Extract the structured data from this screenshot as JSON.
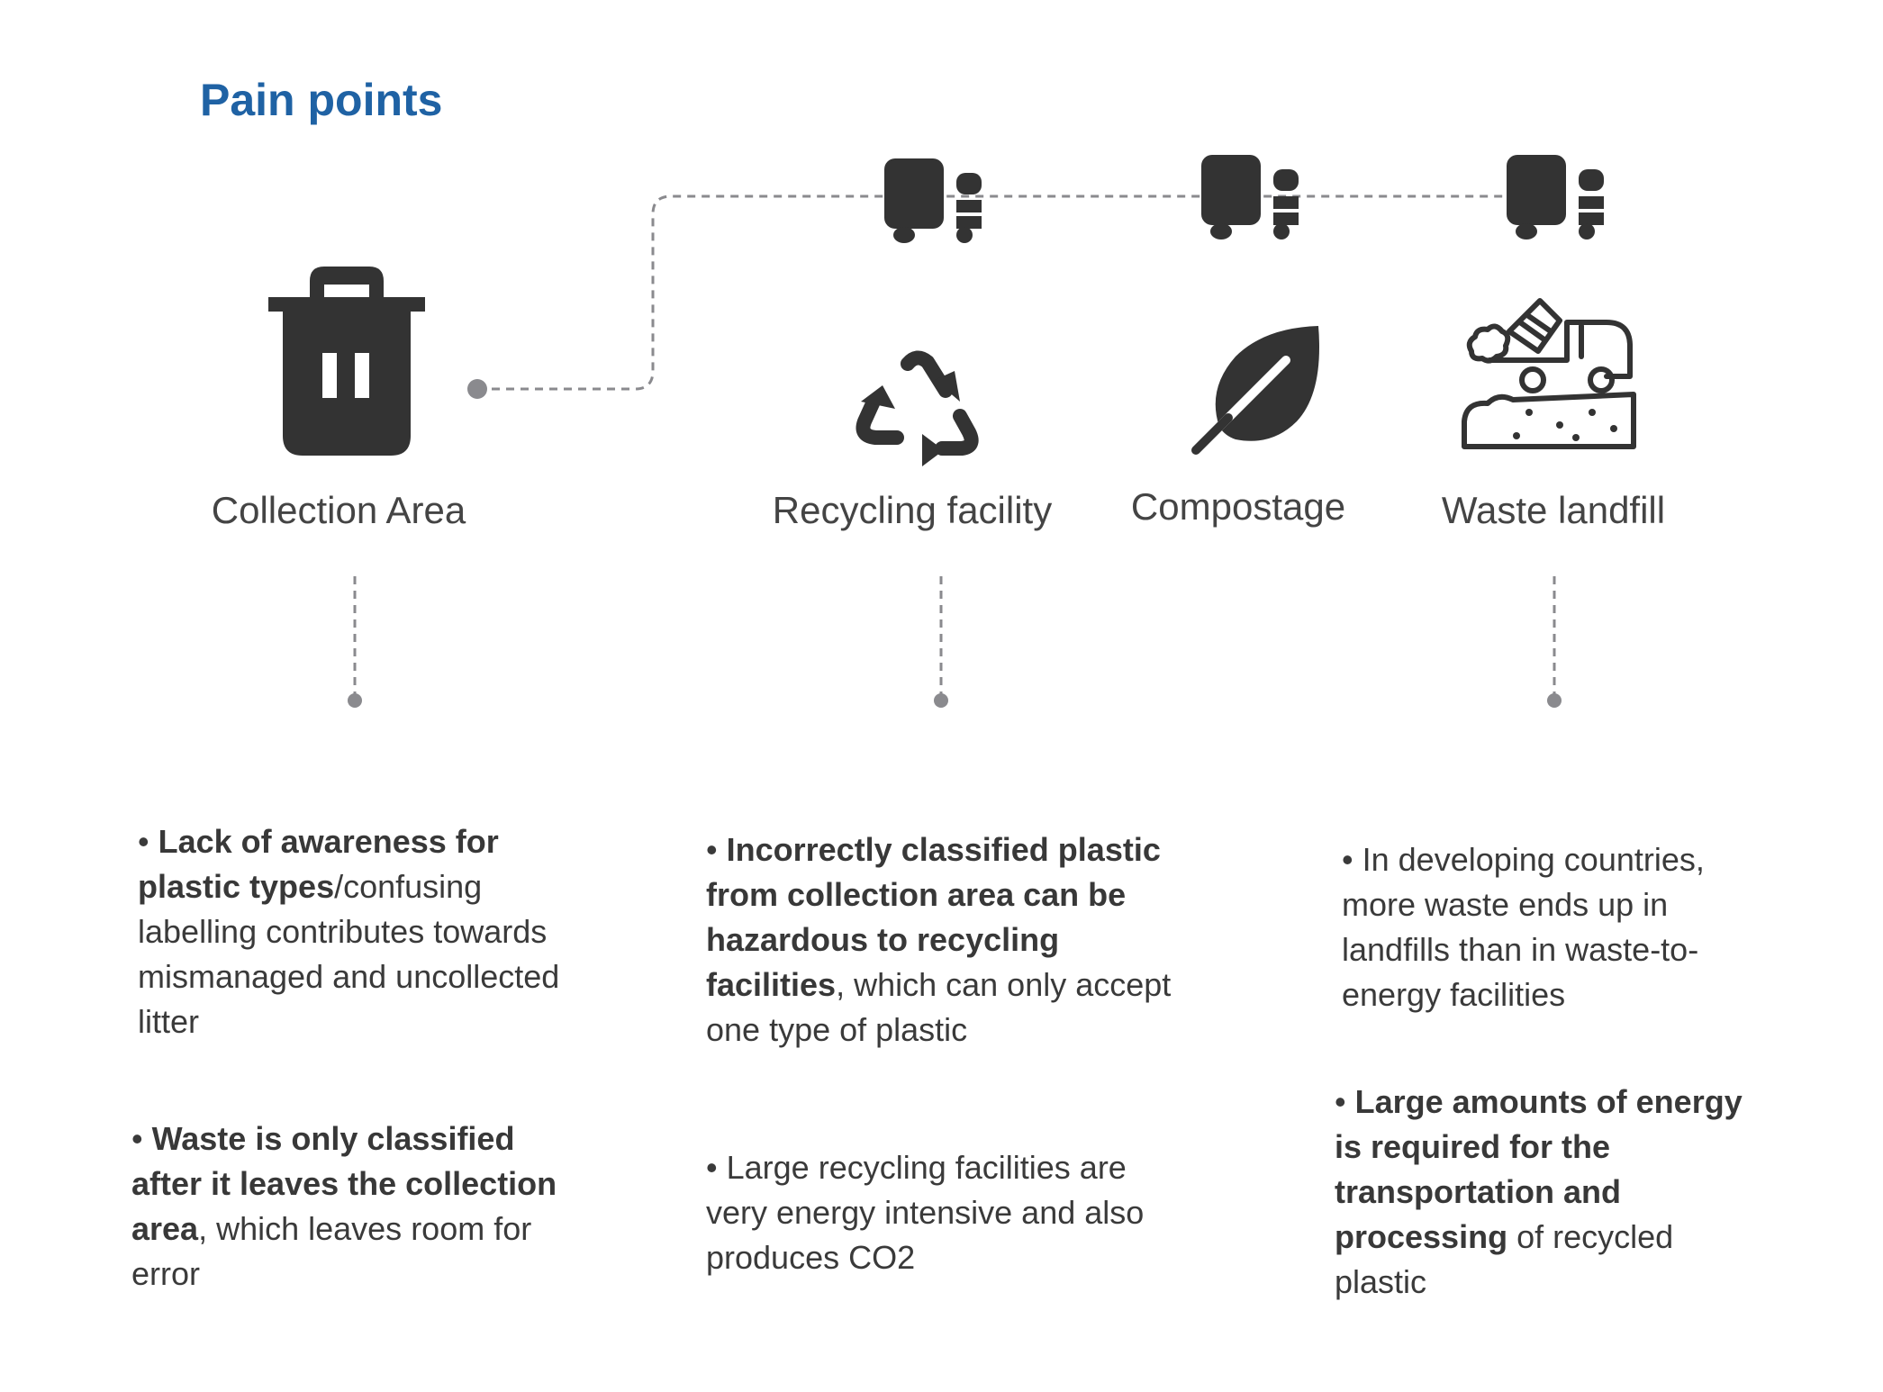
{
  "title": "Pain points",
  "stages": [
    {
      "label": "Collection Area",
      "icon": "trash-bin-icon"
    },
    {
      "label": "Recycling facility",
      "icon": "recycle-icon"
    },
    {
      "label": "Compostage",
      "icon": "leaf-icon"
    },
    {
      "label": "Waste landfill",
      "icon": "dump-truck-landfill-icon"
    }
  ],
  "transport_icon": "delivery-truck-icon",
  "colors": {
    "title": "#1f62a4",
    "icon": "#333333",
    "text": "#3a3a3a",
    "connector": "#8a8a8e"
  },
  "notes": {
    "collection": [
      {
        "bullet": "•",
        "bold": "Lack of awareness for plastic types",
        "rest": "/confusing labelling contributes towards mismanaged and uncollected litter"
      },
      {
        "bullet": "•",
        "bold": "Waste is only classified after it leaves the collection area",
        "rest": ", which leaves room for error"
      }
    ],
    "recycling": [
      {
        "bullet": "•",
        "bold": "Incorrectly classified plastic from collection area can be hazardous to recycling facilities",
        "rest": ", which can only accept one type of plastic"
      },
      {
        "bullet": "•",
        "bold": "",
        "rest": "Large recycling facilities are very energy intensive and also produces CO2"
      }
    ],
    "landfill": [
      {
        "bullet": "•",
        "bold": "",
        "rest": "In developing countries, more waste ends up in landfills than in waste-to-energy facilities"
      },
      {
        "bullet": "•",
        "bold": "Large amounts of energy is required for the transportation and processing",
        "rest": " of recycled plastic"
      }
    ]
  }
}
